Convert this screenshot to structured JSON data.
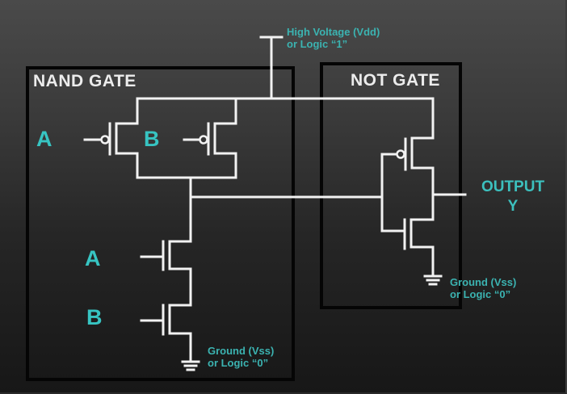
{
  "diagram": {
    "nand_gate_title": "NAND GATE",
    "not_gate_title": "NOT GATE",
    "vdd_label_line1": "High Voltage (Vdd)",
    "vdd_label_line2": "or Logic “1”",
    "nand_ground_line1": "Ground (Vss)",
    "nand_ground_line2": "or Logic “0”",
    "not_ground_line1": "Ground (Vss)",
    "not_ground_line2": "or Logic “0”",
    "pmos_input_a": "A",
    "pmos_input_b": "B",
    "nmos_input_a": "A",
    "nmos_input_b": "B",
    "output_line1": "OUTPUT",
    "output_line2": "Y"
  },
  "colors": {
    "label_teal": "#37c4c2",
    "wire": "#f2f2f2",
    "box_border": "#050505"
  }
}
